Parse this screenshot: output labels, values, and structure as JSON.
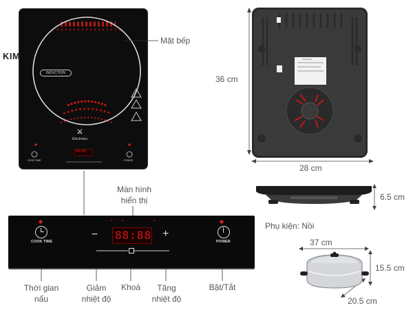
{
  "watermark": "KIMDUNG STORE",
  "labels": {
    "cooktop_surface": "Mặt bếp",
    "height": "36 cm",
    "width": "28 cm",
    "thickness": "6.5 cm",
    "accessory": "Phụ kiện: Nồi",
    "pot_width": "37 cm",
    "pot_height": "15.5 cm",
    "pot_diameter": "20.5 cm",
    "display_line1": "Màn hình",
    "display_line2": "hiển thị",
    "timer_line1": "Thời gian",
    "timer_line2": "nấu",
    "decrease_line1": "Giảm",
    "decrease_line2": "nhiệt độ",
    "lock": "Khoá",
    "increase_line1": "Tăng",
    "increase_line2": "nhiệt độ",
    "power_toggle": "Bật/Tắt"
  },
  "cooktop": {
    "induction_badge": "INDUCTION",
    "brand": "Electrolux",
    "small_cook_time": "COOK TIME",
    "small_power": "POWER",
    "small_display": "88:88"
  },
  "panel": {
    "cook_time": "COOK TIME",
    "power": "POWER",
    "display": "88:88",
    "minus": "−",
    "plus": "+"
  },
  "back_label": "Electrolux"
}
